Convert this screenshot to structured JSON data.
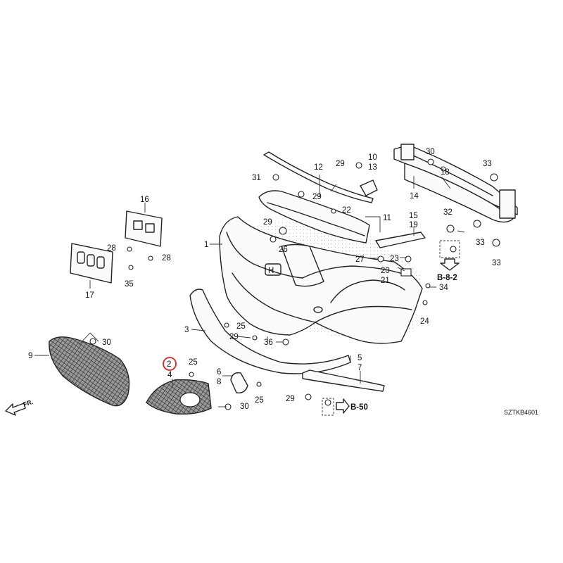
{
  "diagram_code": "SZTKB4601",
  "direction_label": "FR.",
  "highlighted_part": "2",
  "references": {
    "b82": "B-8-2",
    "b50": "B-50"
  },
  "labels": {
    "l1": "1",
    "l2": "2",
    "l3": "3",
    "l4": "4",
    "l5": "5",
    "l6": "6",
    "l7": "7",
    "l8": "8",
    "l9": "9",
    "l10": "10",
    "l11": "11",
    "l12": "12",
    "l13": "13",
    "l14": "14",
    "l15": "15",
    "l16": "16",
    "l17": "17",
    "l18": "18",
    "l19": "19",
    "l20": "20",
    "l21": "21",
    "l22": "22",
    "l23": "23",
    "l24": "24",
    "l25a": "25",
    "l25b": "25",
    "l25c": "25",
    "l26": "26",
    "l27": "27",
    "l28a": "28",
    "l28b": "28",
    "l29a": "29",
    "l29b": "29",
    "l29c": "29",
    "l29d": "29",
    "l29e": "29",
    "l30a": "30",
    "l30b": "30",
    "l30c": "30",
    "l31": "31",
    "l32": "32",
    "l33a": "33",
    "l33b": "33",
    "l33c": "33",
    "l34": "34",
    "l35": "35",
    "l36": "36"
  }
}
